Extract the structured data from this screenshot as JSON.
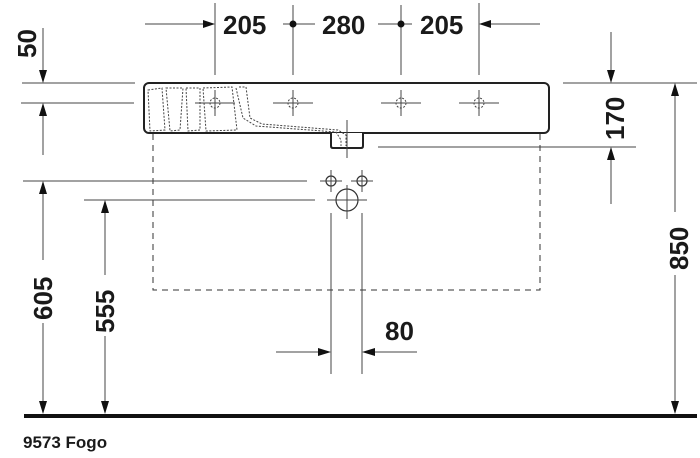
{
  "drawing": {
    "model_caption": "9573 Fogo",
    "dimensions": {
      "top_left_span": "205",
      "top_middle_span": "280",
      "top_right_span": "205",
      "rim_thickness": "50",
      "basin_height": "170",
      "total_height": "850",
      "supply_height": "605",
      "waste_height": "555",
      "waste_spacing": "80"
    },
    "units": "mm",
    "colors": {
      "line": "#333333",
      "text": "#1a1a1a",
      "background": "#ffffff"
    }
  }
}
